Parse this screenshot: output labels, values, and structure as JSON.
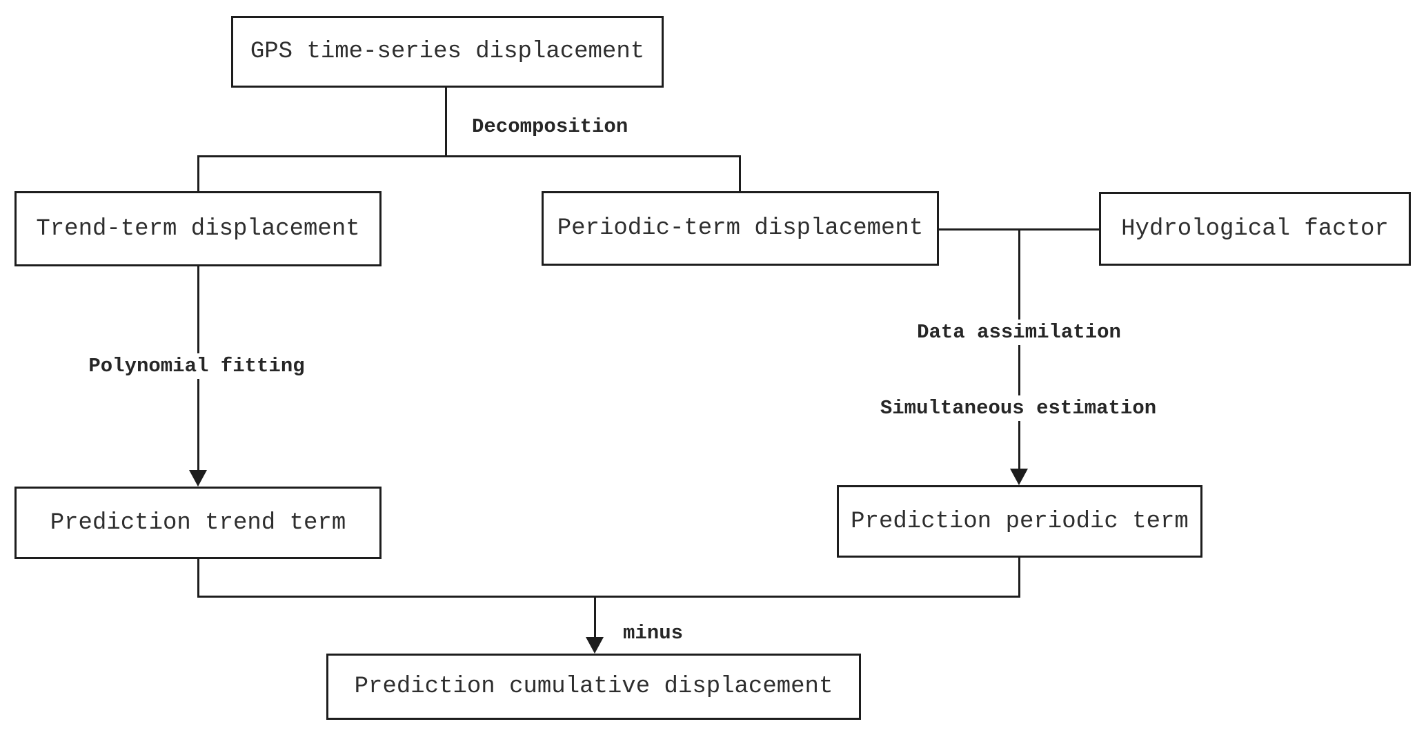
{
  "colors": {
    "line": "#1d1d1d",
    "background": "#ffffff",
    "box_fill": "#ffffff",
    "box_text": "#2e2e2e",
    "label_text": "#262626"
  },
  "nodes": {
    "gps": {
      "label": "GPS time-series displacement"
    },
    "trend": {
      "label": "Trend-term displacement"
    },
    "periodic": {
      "label": "Periodic-term displacement"
    },
    "hydro": {
      "label": "Hydrological factor"
    },
    "pred_trend": {
      "label": "Prediction trend term"
    },
    "pred_periodic": {
      "label": "Prediction periodic term"
    },
    "cumulative": {
      "label": "Prediction cumulative displacement"
    }
  },
  "edge_labels": {
    "decomposition": "Decomposition",
    "polynomial_fitting": "Polynomial fitting",
    "data_assimilation": "Data assimilation",
    "simultaneous_estimation": "Simultaneous estimation",
    "minus": "minus"
  }
}
